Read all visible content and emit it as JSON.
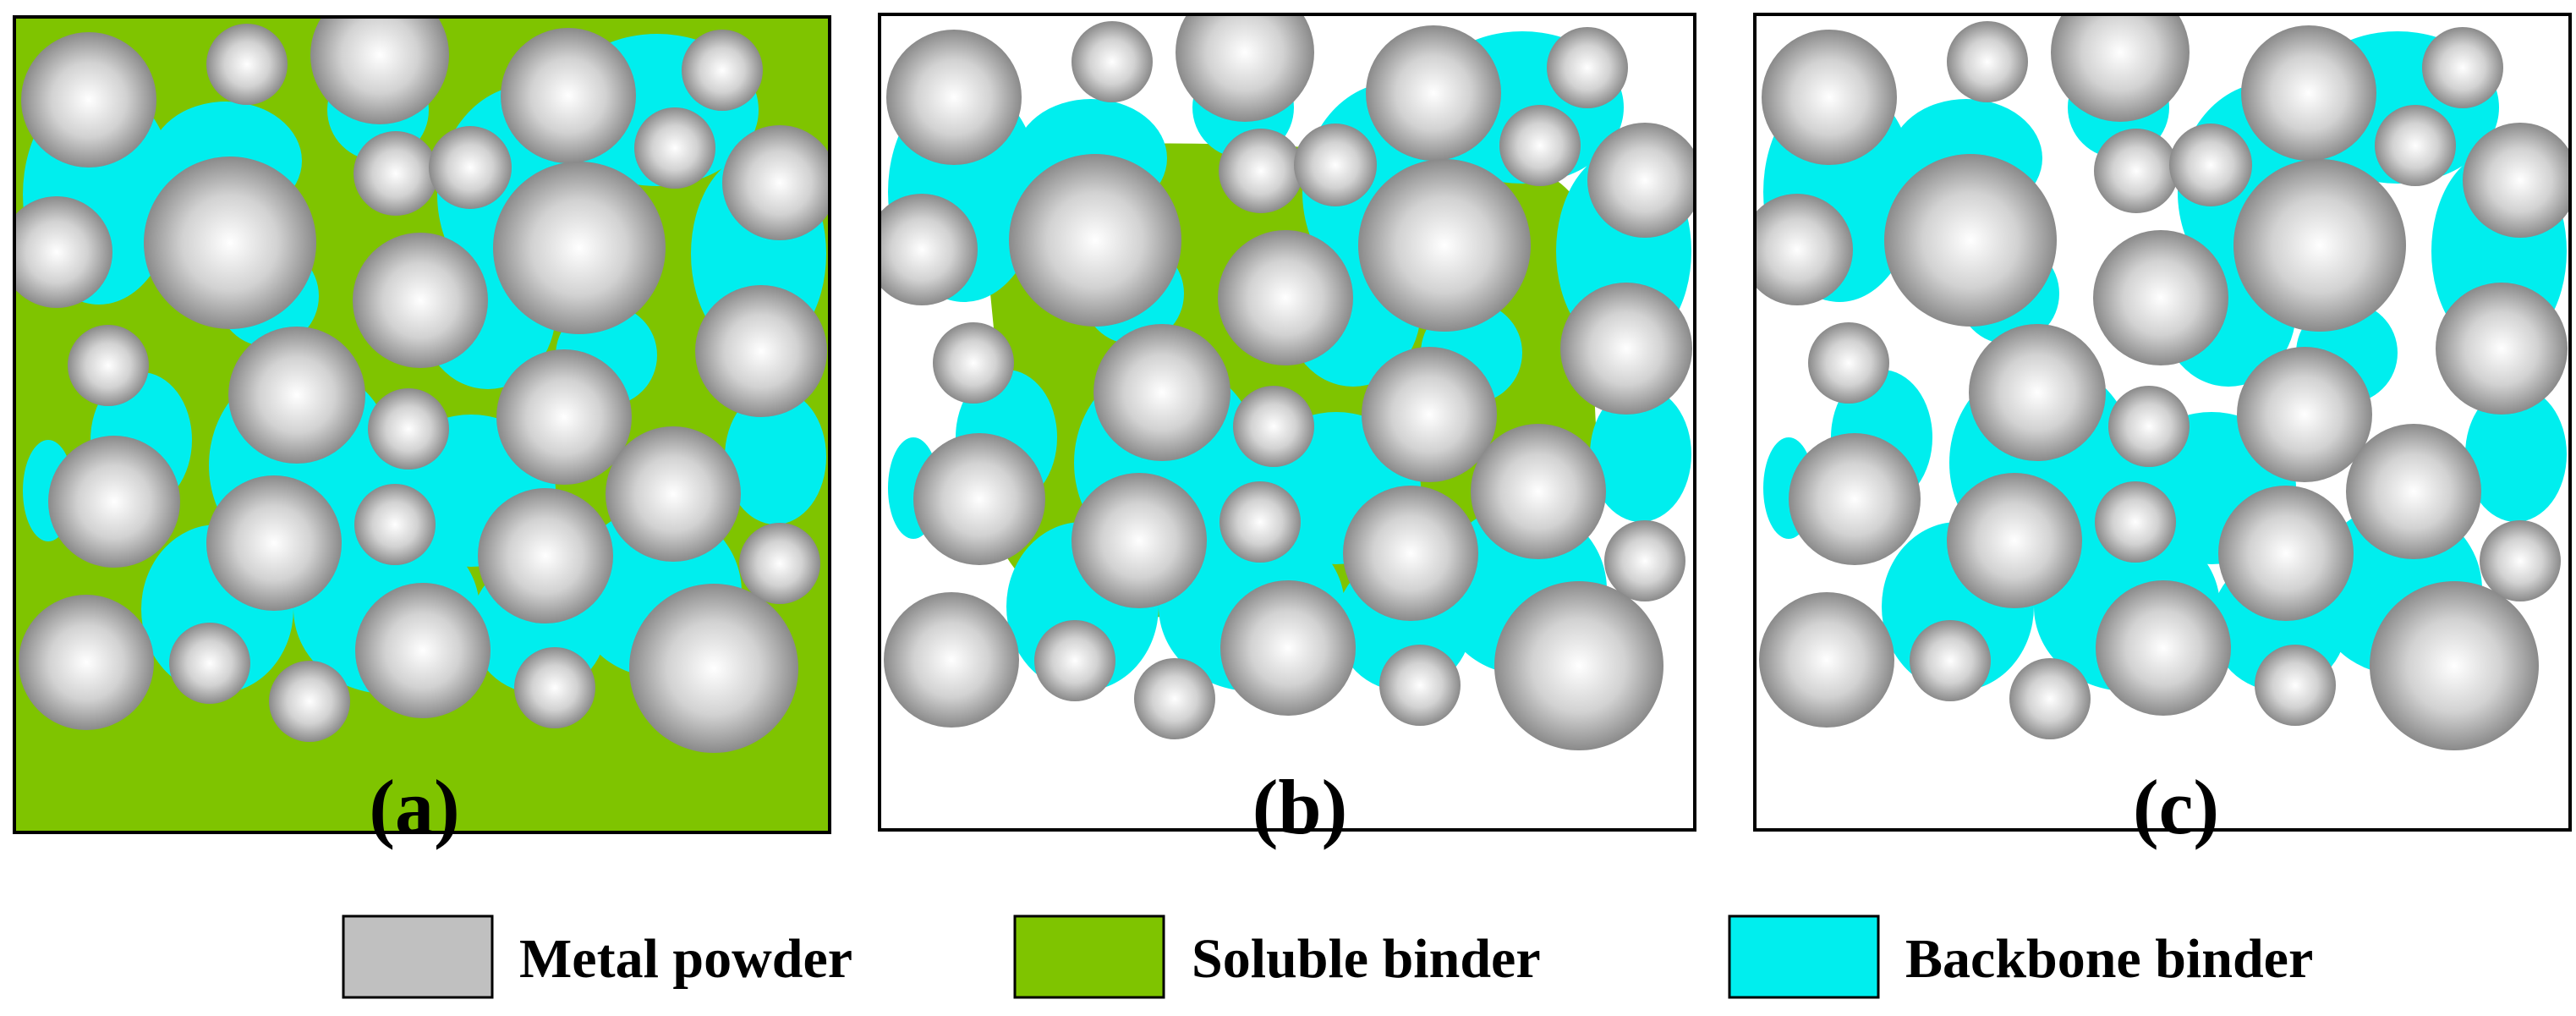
{
  "panels": [
    {
      "id": "a",
      "label": "(a)",
      "soluble_binder": "full",
      "backbone_binder": true
    },
    {
      "id": "b",
      "label": "(b)",
      "soluble_binder": "partial",
      "backbone_binder": true
    },
    {
      "id": "c",
      "label": "(c)",
      "soluble_binder": "none",
      "backbone_binder": true
    }
  ],
  "legend": [
    {
      "key": "metal",
      "label": "Metal powder",
      "color": "#c0c0c0"
    },
    {
      "key": "soluble",
      "label": "Soluble binder",
      "color": "#7fc400"
    },
    {
      "key": "backbone",
      "label": "Backbone binder",
      "color": "#00eeee"
    }
  ],
  "colors": {
    "metal_gradient_light": "#ffffff",
    "metal_gradient_dark": "#8a8a8a",
    "soluble": "#7fc400",
    "backbone": "#00eeee",
    "frame": "#000000"
  }
}
